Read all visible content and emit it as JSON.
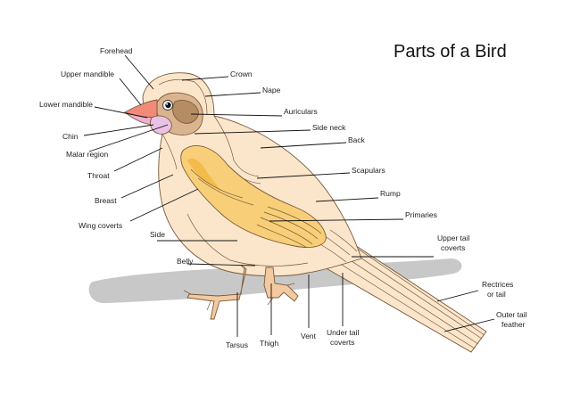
{
  "diagram": {
    "title": "Parts of a Bird",
    "colors": {
      "body": "#fbe6cc",
      "face": "#d9b48f",
      "eye_patch": "#b58d63",
      "beak_upper": "#f28a7a",
      "beak_lower": "#f0b0d0",
      "chin": "#e9c2e6",
      "wing": "#f8cf78",
      "wing_dark": "#f2bb4a",
      "branch": "#c8c8c8",
      "legs": "#f3c9a0"
    },
    "labels": {
      "forehead": "Forehead",
      "upper_mandible": "Upper mandible",
      "lower_mandible": "Lower mandible",
      "chin": "Chin",
      "malar_region": "Malar region",
      "throat": "Throat",
      "breast": "Breast",
      "wing_coverts": "Wing coverts",
      "side": "Side",
      "belly": "Belly",
      "tarsus": "Tarsus",
      "thigh": "Thigh",
      "vent": "Vent",
      "under_tail_coverts_1": "Under tail",
      "under_tail_coverts_2": "coverts",
      "crown": "Crown",
      "nape": "Nape",
      "auriculars": "Auriculars",
      "side_neck": "Side neck",
      "back": "Back",
      "scapulars": "Scapulars",
      "rump": "Rump",
      "primaries": "Primaries",
      "upper_tail_coverts_1": "Upper tail",
      "upper_tail_coverts_2": "coverts",
      "rectrices_1": "Rectrices",
      "rectrices_2": "or tail",
      "outer_tail_feather_1": "Outer tail",
      "outer_tail_feather_2": "feather"
    }
  }
}
